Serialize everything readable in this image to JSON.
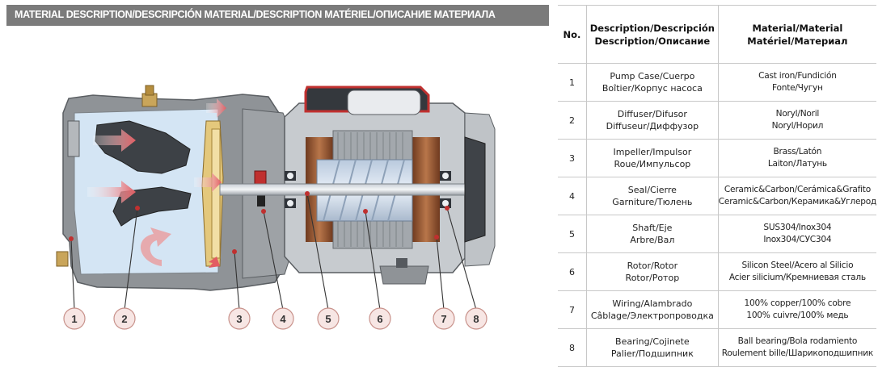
{
  "header": {
    "title": "MATERIAL DESCRIPTION/DESCRIPCIÓN MATERIAL/DESCRIPTION MATÉRIEL/ОПИСАНИЕ МАТЕРИАЛА"
  },
  "table": {
    "head": {
      "no": "No.",
      "desc_1": "Description/Descripción",
      "desc_2": "Description/Описание",
      "mat_1": "Material/Material",
      "mat_2": "Matériel/Материал"
    },
    "rows": [
      {
        "no": "1",
        "desc_1": "Pump Case/Cuerpo",
        "desc_2": "Boîtier/Корпус насоса",
        "mat_1": "Cast iron/Fundición",
        "mat_2": "Fonte/Чугун"
      },
      {
        "no": "2",
        "desc_1": "Diffuser/Difusor",
        "desc_2": "Diffuseur/Диффузор",
        "mat_1": "Noryl/Noril",
        "mat_2": "Noryl/Норил"
      },
      {
        "no": "3",
        "desc_1": "Impeller/Impulsor",
        "desc_2": "Roue/Импульсор",
        "mat_1": "Brass/Latón",
        "mat_2": "Laiton/Латунь"
      },
      {
        "no": "4",
        "desc_1": "Seal/Cierre",
        "desc_2": "Garniture/Тюлень",
        "mat_1": "Ceramic&Carbon/Cerámica&Grafito",
        "mat_2": "Ceramic&Carbon/Керамика&Углерод"
      },
      {
        "no": "5",
        "desc_1": "Shaft/Eje",
        "desc_2": "Arbre/Вал",
        "mat_1": "SUS304/Inox304",
        "mat_2": "Inox304/СУС304"
      },
      {
        "no": "6",
        "desc_1": "Rotor/Rotor",
        "desc_2": "Rotor/Ротор",
        "mat_1": "Silicon Steel/Acero al Silicio",
        "mat_2": "Acier silicium/Кремниевая сталь"
      },
      {
        "no": "7",
        "desc_1": "Wiring/Alambrado",
        "desc_2": "Câblage/Электропроводка",
        "mat_1": "100% copper/100% cobre",
        "mat_2": "100% cuivre/100% медь"
      },
      {
        "no": "8",
        "desc_1": "Bearing/Cojinete",
        "desc_2": "Palier/Подшипник",
        "mat_1": "Ball bearing/Bola rodamiento",
        "mat_2": "Roulement bille/Шарикоподшипник"
      }
    ]
  },
  "callouts": [
    "1",
    "2",
    "3",
    "4",
    "5",
    "6",
    "7",
    "8"
  ],
  "colors": {
    "header_bg": "#7b7b7b",
    "callout_fill": "#f7e6e4",
    "callout_stroke": "#c8918a",
    "flow_arrow": "#e25d63",
    "casing": "#9ea2a6",
    "water": "#d4e5f4",
    "winding": "#9b5a36"
  }
}
